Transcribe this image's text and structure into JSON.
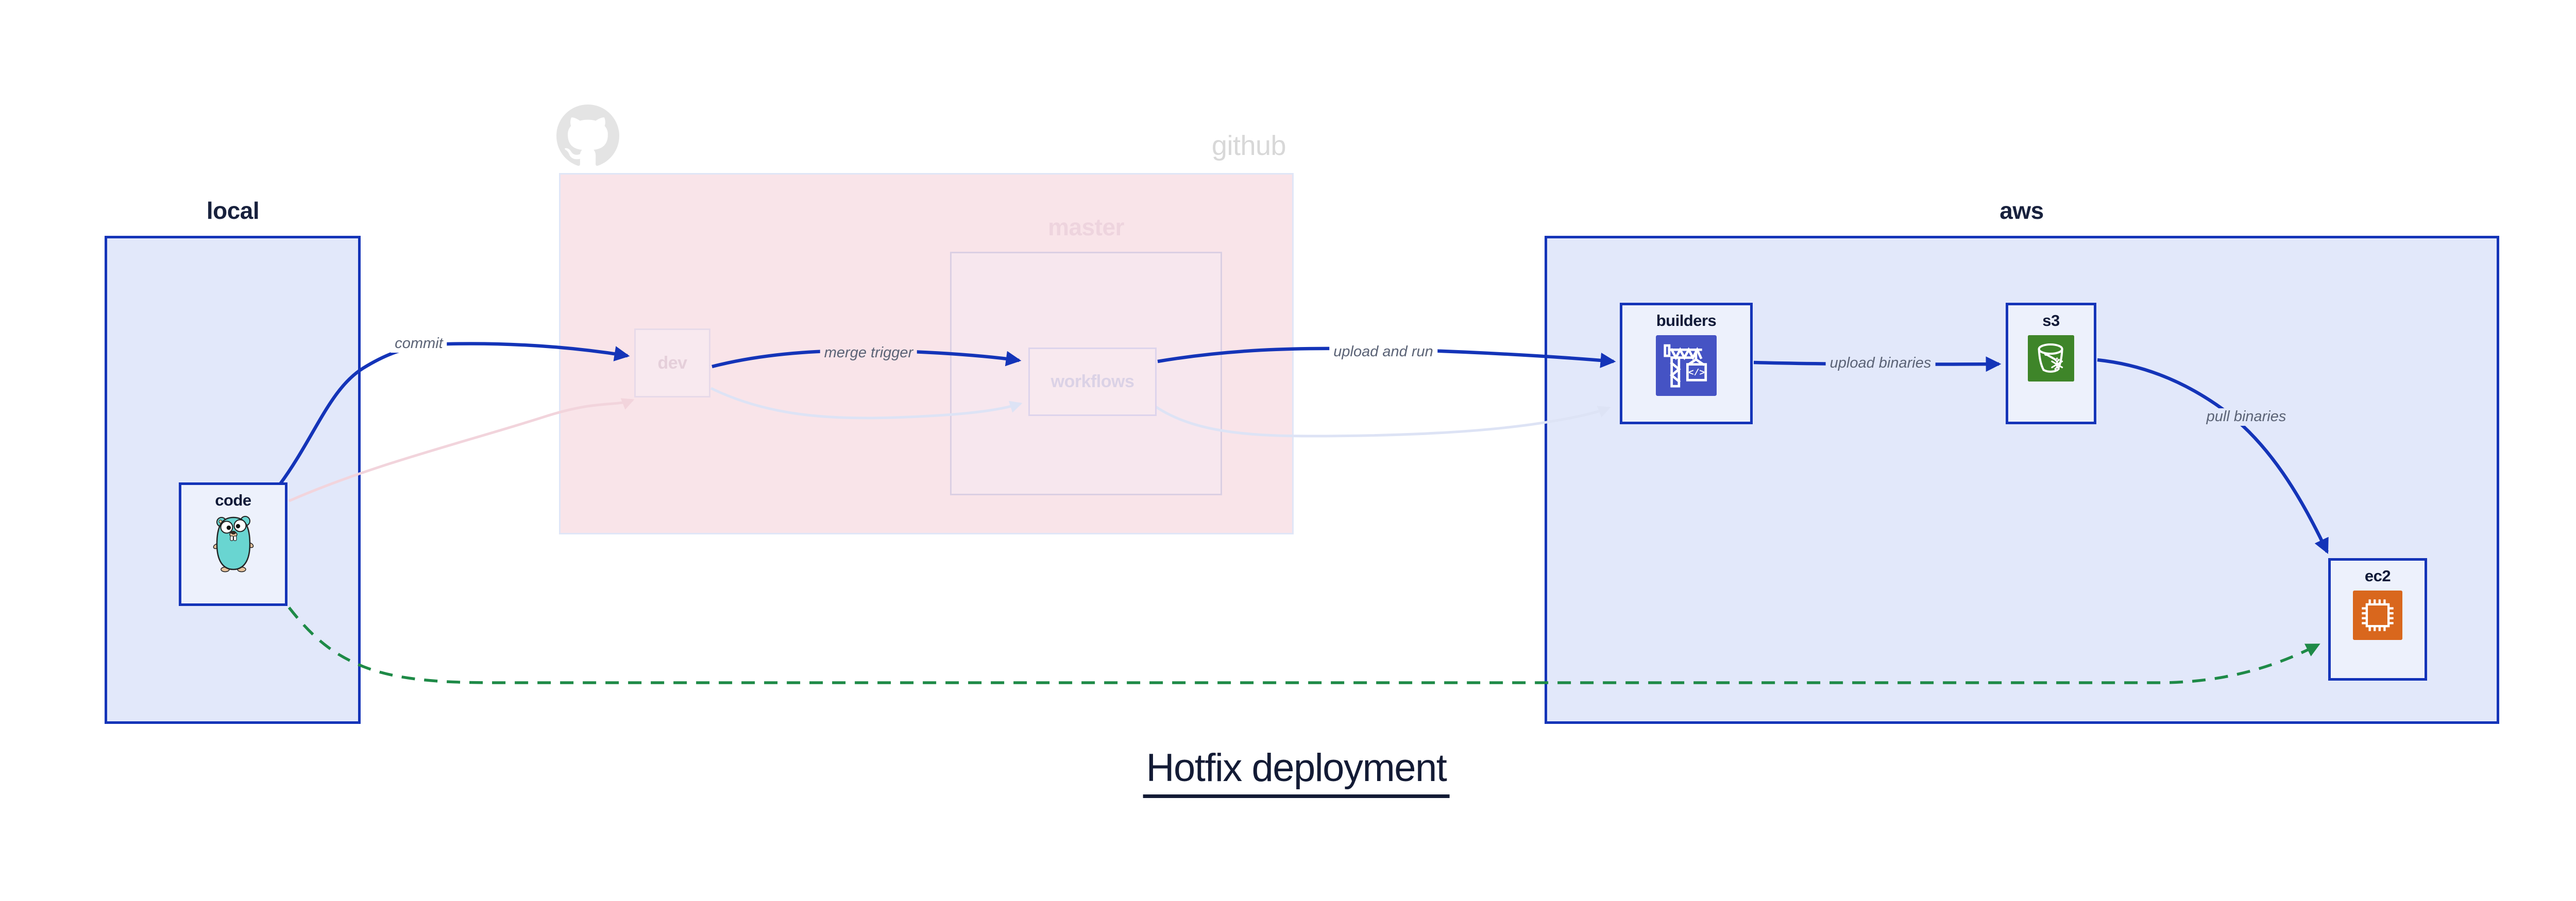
{
  "title": "Hotfix deployment",
  "containers": {
    "local": {
      "label": "local"
    },
    "github": {
      "label": "github"
    },
    "master": {
      "label": "master"
    },
    "aws": {
      "label": "aws"
    }
  },
  "nodes": {
    "code": {
      "label": "code",
      "icon": "go-gopher-icon",
      "container": "local"
    },
    "dev": {
      "label": "dev",
      "icon": null,
      "container": "github",
      "faded": true
    },
    "workflows": {
      "label": "workflows",
      "icon": null,
      "container": "github.master",
      "faded": true
    },
    "builders": {
      "label": "builders",
      "icon": "aws-codebuild-icon",
      "container": "aws"
    },
    "s3": {
      "label": "s3",
      "icon": "s3-glacier-bucket-icon",
      "container": "aws"
    },
    "ec2": {
      "label": "ec2",
      "icon": "ec2-chip-icon",
      "container": "aws"
    }
  },
  "edges": {
    "commit": {
      "label": "commit",
      "from": "code",
      "to": "dev",
      "style": "solid-blue"
    },
    "commit_faded": {
      "label": "",
      "from": "code",
      "to": "dev",
      "style": "faded-pink"
    },
    "merge_trigger": {
      "label": "merge trigger",
      "from": "dev",
      "to": "workflows",
      "style": "solid-blue"
    },
    "dev_wf_faded": {
      "label": "",
      "from": "dev",
      "to": "workflows",
      "style": "faded-lavender"
    },
    "upload_and_run": {
      "label": "upload and run",
      "from": "workflows",
      "to": "builders",
      "style": "solid-blue"
    },
    "wf_build_faded": {
      "label": "",
      "from": "workflows",
      "to": "builders",
      "style": "faded-lavender"
    },
    "upload_binaries": {
      "label": "upload binaries",
      "from": "builders",
      "to": "s3",
      "style": "solid-blue"
    },
    "pull_binaries": {
      "label": "pull binaries",
      "from": "s3",
      "to": "ec2",
      "style": "solid-blue"
    },
    "hotfix": {
      "label": "",
      "from": "code",
      "to": "ec2",
      "style": "dashed-green"
    }
  },
  "icons": {
    "octocat": "octocat-icon",
    "gopher": "go-gopher-icon",
    "codebuild": "aws-codebuild-icon",
    "s3": "s3-glacier-bucket-icon",
    "ec2": "ec2-chip-icon"
  },
  "colors": {
    "accent_blue": "#1434b8",
    "region_blue_fill": "#e2e8fa",
    "node_fill": "#edf1fc",
    "github_pink_fill": "#f9e4e9",
    "master_pink_fill": "#f7e7ee",
    "faded_pink_edge": "#f2d4dc",
    "faded_lavender_edge": "#dde3f5",
    "hotfix_green": "#1e8a47",
    "label_gray": "#5b6376",
    "title_navy": "#131b35",
    "codebuild_indigo": "#4553c4",
    "s3_green": "#3e8529",
    "ec2_orange": "#d9671d",
    "gopher_teal": "#69d5d1",
    "octocat_gray": "#e4e4e4"
  }
}
